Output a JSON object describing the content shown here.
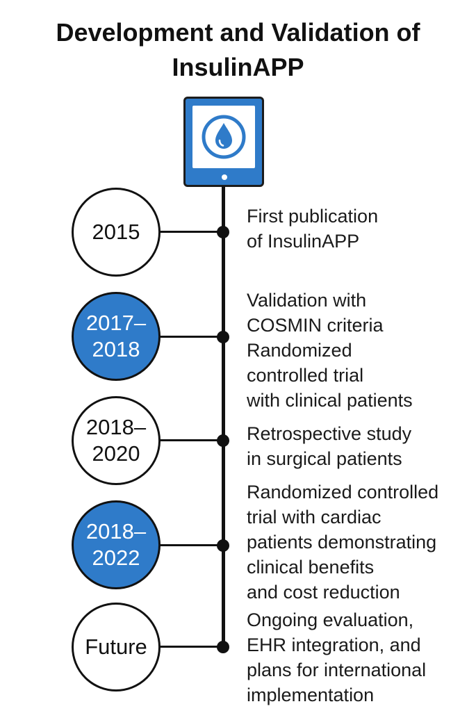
{
  "title": {
    "line1": "Development and Validation of",
    "line2": "InsulinAPP"
  },
  "icons": {
    "tablet": "tablet-icon",
    "drop": "water-drop-icon"
  },
  "colors": {
    "accent": "#2f7bc9",
    "ink": "#111111"
  },
  "timeline": [
    {
      "period": "2015",
      "filled": false,
      "lines": [
        "First publication",
        "of InsulinAPP"
      ]
    },
    {
      "period": "2017–\n2018",
      "filled": true,
      "lines": [
        "Validation with",
        "COSMIN criteria",
        "Randomized",
        "controlled trial",
        "with clinical patients"
      ]
    },
    {
      "period": "2018–\n2020",
      "filled": false,
      "lines": [
        "Retrospective study",
        "in surgical patients"
      ]
    },
    {
      "period": "2018–\n2022",
      "filled": true,
      "lines": [
        "Randomized controlled",
        "trial with cardiac",
        "patients demonstrating",
        "clinical benefits",
        "and cost reduction"
      ]
    },
    {
      "period": "Future",
      "filled": false,
      "lines": [
        "Ongoing evaluation,",
        "EHR integration, and",
        "plans for international",
        "implementation"
      ]
    }
  ]
}
